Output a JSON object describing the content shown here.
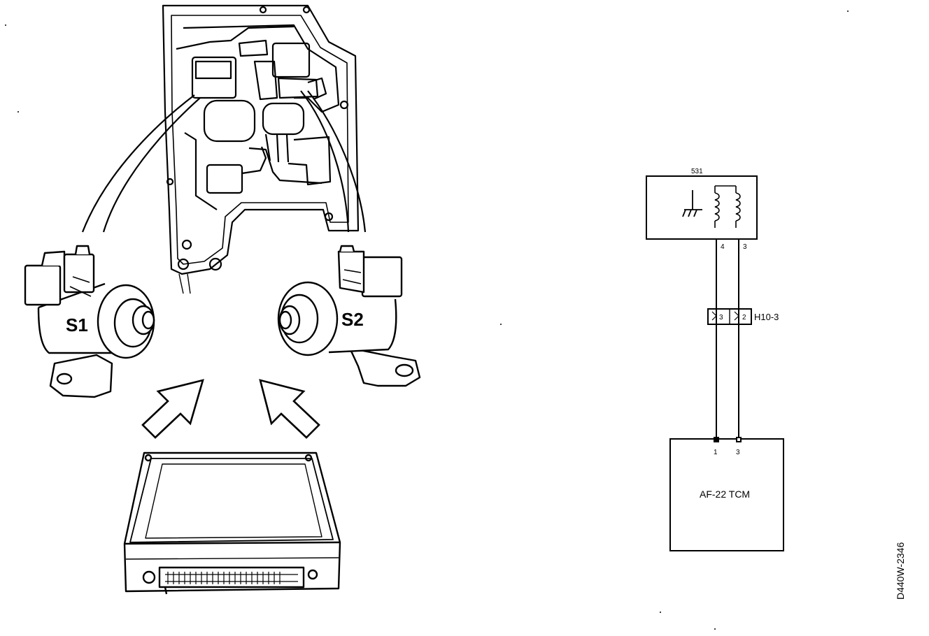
{
  "illustration": {
    "solenoid_left_label": "S1",
    "solenoid_right_label": "S2"
  },
  "schematic": {
    "component_id": "531",
    "pin_left": "4",
    "pin_right": "3",
    "connector_name": "H10-3",
    "connector_pin_left": "3",
    "connector_pin_right": "2",
    "tcm_pin_left": "1",
    "tcm_pin_right": "3",
    "tcm_label": "AF-22 TCM"
  },
  "figure_code": "D440W-2346"
}
